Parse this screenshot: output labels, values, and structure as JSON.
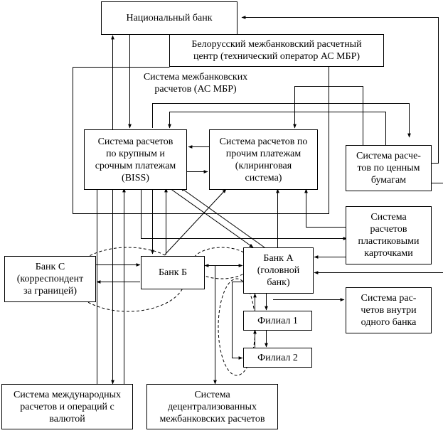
{
  "title": "Структура межбанковских расчетов",
  "nodes": {
    "national_bank": {
      "lines": [
        "Национальный банк"
      ]
    },
    "belarus_center": {
      "lines": [
        "Белорусский межбанковский расчетный",
        "центр (технический оператор АС МБР)"
      ]
    },
    "asmbr_system": {
      "lines": [
        "Система межбанковских",
        "расчетов (АС МБР)"
      ]
    },
    "biss": {
      "lines": [
        "Система расчетов",
        "по крупным и",
        "срочным платежам",
        "(BISS)"
      ]
    },
    "clearing": {
      "lines": [
        "Система расчетов по",
        "прочим платежам",
        "(клиринговая",
        "система)"
      ]
    },
    "securities": {
      "lines": [
        "Система расче-",
        "тов по ценным",
        "бумагам"
      ]
    },
    "cards": {
      "lines": [
        "Система",
        "расчетов",
        "пластиковыми",
        "карточками"
      ]
    },
    "bank_c": {
      "lines": [
        "Банк С",
        "(корреспондент",
        "за границей)"
      ]
    },
    "bank_b": {
      "lines": [
        "Банк Б"
      ]
    },
    "bank_a": {
      "lines": [
        "Банк А",
        "(головной",
        "банк)"
      ]
    },
    "intrabank": {
      "lines": [
        "Система рас-",
        "четов внутри",
        "одного банка"
      ]
    },
    "branch1": {
      "lines": [
        "Филиал 1"
      ]
    },
    "branch2": {
      "lines": [
        "Филиал 2"
      ]
    },
    "international": {
      "lines": [
        "Система международных",
        "расчетов и операций с",
        "валютой"
      ]
    },
    "decentralized": {
      "lines": [
        "Система",
        "децентрализованных",
        "межбанковских расчетов"
      ]
    }
  },
  "colors": {
    "line": "#000000",
    "background": "#ffffff"
  }
}
